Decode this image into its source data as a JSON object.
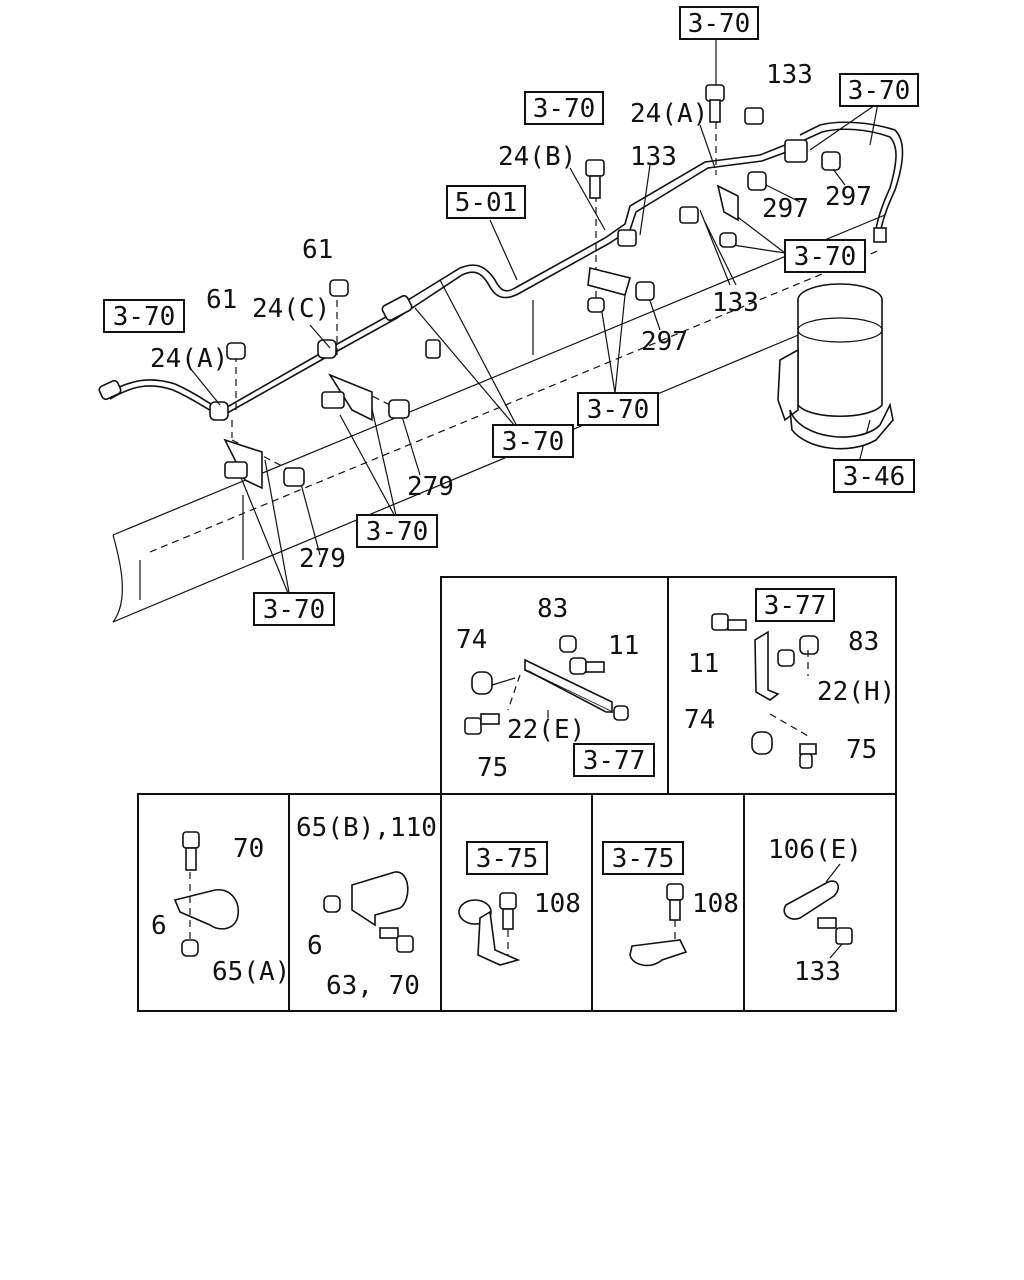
{
  "main": {
    "refs": [
      {
        "id": "r1",
        "text": "3-70"
      },
      {
        "id": "r2",
        "text": "3-70"
      },
      {
        "id": "r3",
        "text": "3-70"
      },
      {
        "id": "r4",
        "text": "5-01"
      },
      {
        "id": "r5",
        "text": "3-70"
      },
      {
        "id": "r6",
        "text": "3-70"
      },
      {
        "id": "r7",
        "text": "3-70"
      },
      {
        "id": "r8",
        "text": "3-70"
      },
      {
        "id": "r9",
        "text": "3-70"
      },
      {
        "id": "r10",
        "text": "3-70"
      },
      {
        "id": "r11",
        "text": "3-46"
      }
    ],
    "labels": [
      {
        "id": "l1",
        "text": "133"
      },
      {
        "id": "l2",
        "text": "24(A)"
      },
      {
        "id": "l3",
        "text": "133"
      },
      {
        "id": "l4",
        "text": "24(B)"
      },
      {
        "id": "l5",
        "text": "297"
      },
      {
        "id": "l6",
        "text": "297"
      },
      {
        "id": "l7",
        "text": "133"
      },
      {
        "id": "l8",
        "text": "297"
      },
      {
        "id": "l9",
        "text": "61"
      },
      {
        "id": "l10",
        "text": "61"
      },
      {
        "id": "l11",
        "text": "24(C)"
      },
      {
        "id": "l12",
        "text": "24(A)"
      },
      {
        "id": "l13",
        "text": "279"
      },
      {
        "id": "l14",
        "text": "279"
      }
    ]
  },
  "insets": [
    {
      "name": "inset-22e",
      "labels": [
        {
          "id": "i1a",
          "text": "83"
        },
        {
          "id": "i1b",
          "text": "74"
        },
        {
          "id": "i1c",
          "text": "11"
        },
        {
          "id": "i1d",
          "text": "22(E)"
        },
        {
          "id": "i1e",
          "text": "75"
        }
      ],
      "ref": "3-77"
    },
    {
      "name": "inset-22h",
      "labels": [
        {
          "id": "i2a",
          "text": "11"
        },
        {
          "id": "i2b",
          "text": "83"
        },
        {
          "id": "i2c",
          "text": "22(H)"
        },
        {
          "id": "i2d",
          "text": "74"
        },
        {
          "id": "i2e",
          "text": "75"
        }
      ],
      "ref": "3-77"
    },
    {
      "name": "inset-65a",
      "labels": [
        {
          "id": "i3a",
          "text": "70"
        },
        {
          "id": "i3b",
          "text": "6"
        },
        {
          "id": "i3c",
          "text": "65(A)"
        }
      ]
    },
    {
      "name": "inset-65b",
      "labels": [
        {
          "id": "i4a",
          "text": "65(B),110"
        },
        {
          "id": "i4b",
          "text": "6"
        },
        {
          "id": "i4c",
          "text": "63, 70"
        }
      ]
    },
    {
      "name": "inset-108a",
      "labels": [
        {
          "id": "i5a",
          "text": "108"
        }
      ],
      "ref": "3-75"
    },
    {
      "name": "inset-108b",
      "labels": [
        {
          "id": "i6a",
          "text": "108"
        }
      ],
      "ref": "3-75"
    },
    {
      "name": "inset-106e",
      "labels": [
        {
          "id": "i7a",
          "text": "106(E)"
        },
        {
          "id": "i7b",
          "text": "133"
        }
      ]
    }
  ]
}
